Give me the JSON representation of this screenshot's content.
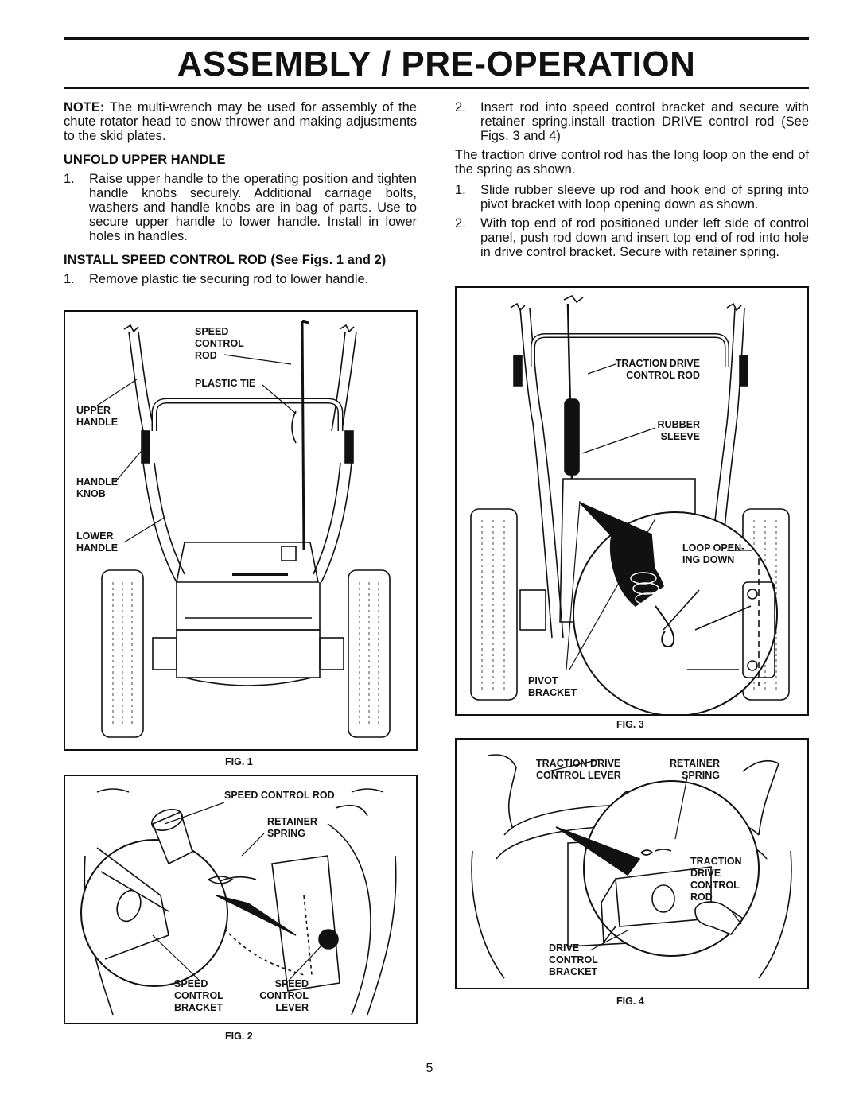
{
  "title": "ASSEMBLY / PRE-OPERATION",
  "left": {
    "note_bold": "NOTE:",
    "note_text": " The multi-wrench may be used for assembly of the chute rotator head to snow thrower and making adjustments to the skid plates.",
    "unfold_heading": "UNFOLD UPPER HANDLE",
    "unfold_steps": [
      {
        "num": "1.",
        "text": "Raise upper handle to the operating position and tighten handle knobs securely.  Additional carriage bolts, washers and handle knobs are in bag of parts. Use to secure upper handle to lower handle.  Install in lower holes in handles."
      }
    ],
    "install_heading": "INSTALL SPEED CONTROL ROD (See Figs. 1 and 2)",
    "install_steps": [
      {
        "num": "1.",
        "text": "Remove plastic tie securing rod to lower handle."
      }
    ]
  },
  "right": {
    "step2": {
      "num": "2.",
      "text": "Insert rod into speed control bracket and secure with retainer spring.install traction DRIVE control rod (See Figs. 3 and 4)"
    },
    "traction_para": "The traction drive control rod has the long loop on the end of the spring as shown.",
    "traction_steps": [
      {
        "num": "1.",
        "text": "Slide rubber sleeve up rod and hook end of spring into pivot bracket with loop opening down as shown."
      },
      {
        "num": "2.",
        "text": "With top end of rod positioned under left side of control panel, push rod down and insert top end of rod into hole in drive control bracket.  Secure with retainer spring."
      }
    ]
  },
  "fig1": {
    "caption": "FIG. 1",
    "labels": {
      "speed_control_rod": "SPEED\nCONTROL\nROD",
      "plastic_tie": "PLASTIC TIE",
      "upper_handle": "UPPER\nHANDLE",
      "handle_knob": "HANDLE\nKNOB",
      "lower_handle": "LOWER\nHANDLE"
    }
  },
  "fig2": {
    "caption": "FIG. 2",
    "labels": {
      "speed_control_rod": "SPEED CONTROL ROD",
      "retainer_spring": "RETAINER\nSPRING",
      "speed_control_bracket": "SPEED\nCONTROL\nBRACKET",
      "speed_control_lever": "SPEED\nCONTROL\nLEVER"
    }
  },
  "fig3": {
    "caption": "FIG. 3",
    "labels": {
      "traction_drive_control_rod": "TRACTION DRIVE\nCONTROL ROD",
      "rubber_sleeve": "RUBBER\nSLEEVE",
      "loop_opening_down": "LOOP OPEN-\nING DOWN",
      "pivot_bracket": "PIVOT\nBRACKET"
    }
  },
  "fig4": {
    "caption": "FIG. 4",
    "labels": {
      "traction_drive_control_lever": "TRACTION DRIVE\nCONTROL LEVER",
      "retainer_spring": "RETAINER\nSPRING",
      "traction_drive_control_rod": "TRACTION\nDRIVE\nCONTROL\nROD",
      "drive_control_bracket": "DRIVE\nCONTROL\nBRACKET"
    }
  },
  "page_number": "5"
}
